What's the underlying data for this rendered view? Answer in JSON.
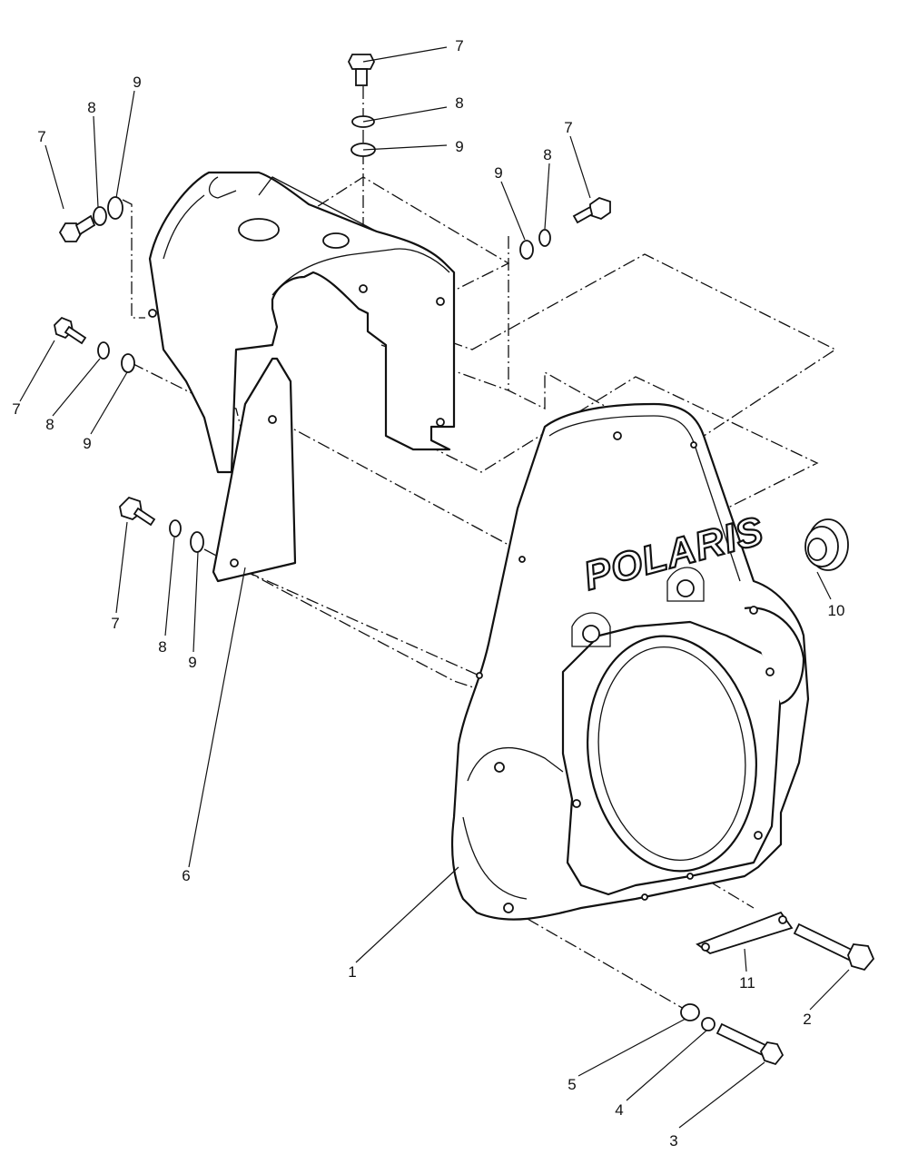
{
  "diagram": {
    "brand_label": "POLARIS",
    "callouts": [
      {
        "id": "c1",
        "text": "1"
      },
      {
        "id": "c2",
        "text": "2"
      },
      {
        "id": "c3",
        "text": "3"
      },
      {
        "id": "c4",
        "text": "4"
      },
      {
        "id": "c5",
        "text": "5"
      },
      {
        "id": "c6",
        "text": "6"
      },
      {
        "id": "c7a",
        "text": "7"
      },
      {
        "id": "c7b",
        "text": "7"
      },
      {
        "id": "c7c",
        "text": "7"
      },
      {
        "id": "c7d",
        "text": "7"
      },
      {
        "id": "c7e",
        "text": "7"
      },
      {
        "id": "c8a",
        "text": "8"
      },
      {
        "id": "c8b",
        "text": "8"
      },
      {
        "id": "c8c",
        "text": "8"
      },
      {
        "id": "c8d",
        "text": "8"
      },
      {
        "id": "c8e",
        "text": "8"
      },
      {
        "id": "c9a",
        "text": "9"
      },
      {
        "id": "c9b",
        "text": "9"
      },
      {
        "id": "c9c",
        "text": "9"
      },
      {
        "id": "c9d",
        "text": "9"
      },
      {
        "id": "c9e",
        "text": "9"
      },
      {
        "id": "c10",
        "text": "10"
      },
      {
        "id": "c11",
        "text": "11"
      }
    ]
  }
}
